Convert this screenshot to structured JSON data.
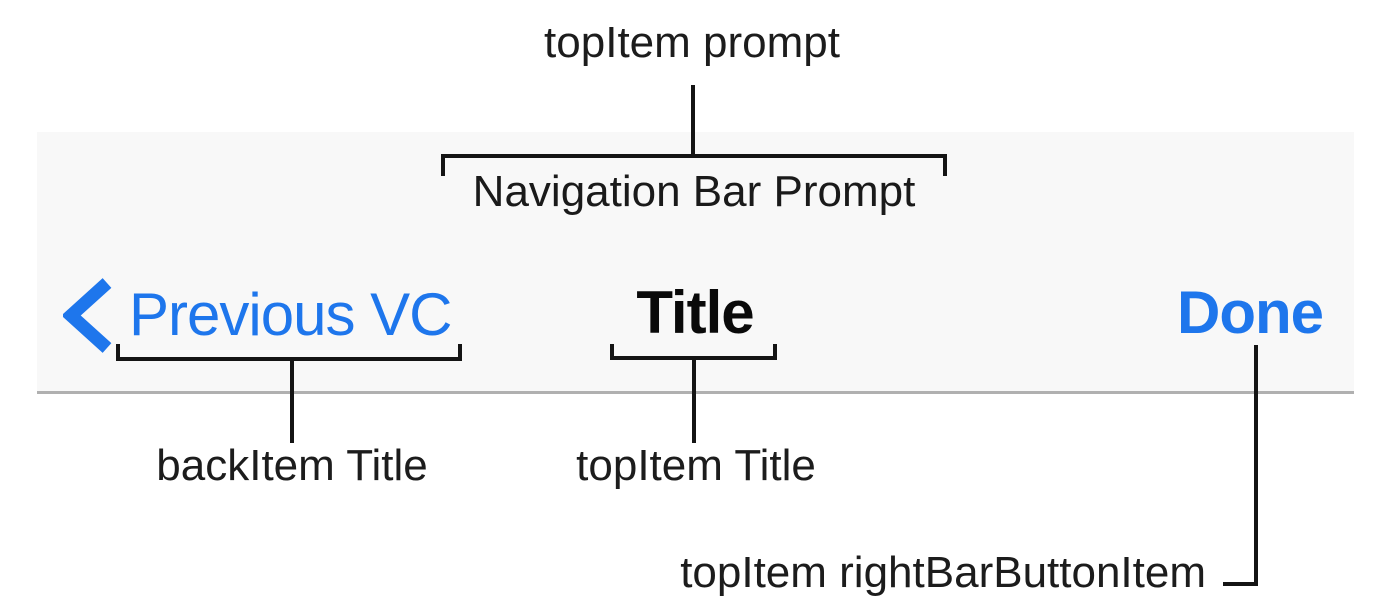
{
  "diagram": {
    "navigation_bar": {
      "prompt": "Navigation Bar Prompt",
      "back_button": {
        "label": "Previous VC",
        "icon": "back-chevron"
      },
      "title": "Title",
      "right_button": {
        "label": "Done"
      }
    },
    "callouts": {
      "top_prompt": "topItem prompt",
      "back_title": "backItem Title",
      "top_title": "topItem Title",
      "right_bar_button": "topItem rightBarButtonItem"
    },
    "colors": {
      "tint_blue": "#1E76EC",
      "bar_background": "#F8F8F8",
      "bar_border": "#B0B0B0",
      "line_black": "#141414",
      "label_text": "#1C1C1C"
    }
  }
}
